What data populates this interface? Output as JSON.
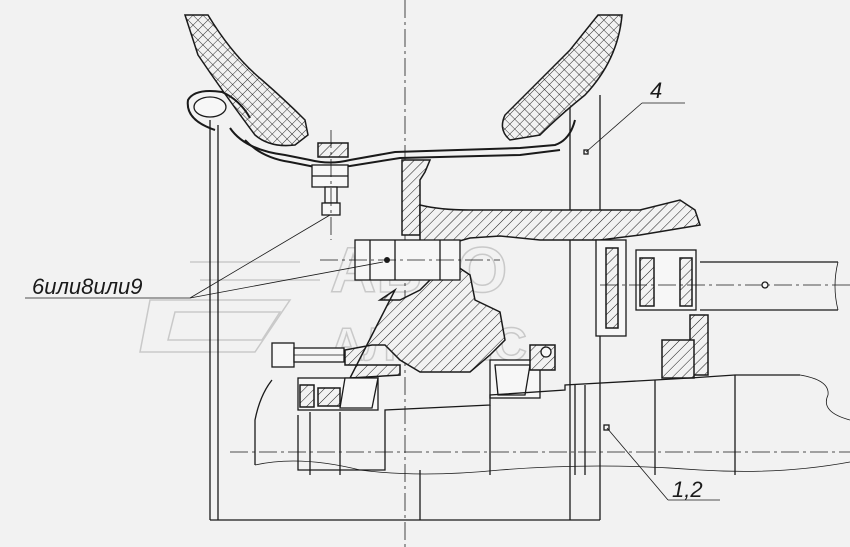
{
  "labels": {
    "part_4": "4",
    "part_1_2": "1,2",
    "part_6_8_9": "6или8или9"
  },
  "watermark": {
    "line1": "АВТО",
    "line2": "АЛЬЯНС"
  }
}
